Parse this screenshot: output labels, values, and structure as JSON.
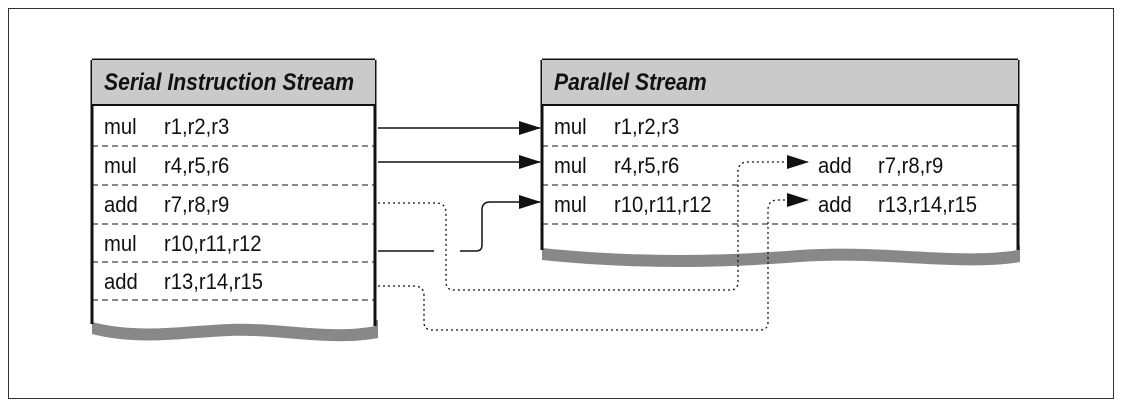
{
  "serial": {
    "title": "Serial Instruction Stream",
    "rows": [
      {
        "op": "mul",
        "regs": "r1,r2,r3"
      },
      {
        "op": "mul",
        "regs": "r4,r5,r6"
      },
      {
        "op": "add",
        "regs": "r7,r8,r9"
      },
      {
        "op": "mul",
        "regs": "r10,r11,r12"
      },
      {
        "op": "add",
        "regs": "r13,r14,r15"
      }
    ]
  },
  "parallel": {
    "title": "Parallel Stream",
    "rows": [
      {
        "op": "mul",
        "regs": "r1,r2,r3"
      },
      {
        "op": "mul",
        "regs": "r4,r5,r6"
      },
      {
        "op": "mul",
        "regs": "r10,r11,r12"
      }
    ],
    "second_column": [
      {
        "op": "add",
        "regs": "r7,r8,r9"
      },
      {
        "op": "add",
        "regs": "r13,r14,r15"
      }
    ]
  }
}
